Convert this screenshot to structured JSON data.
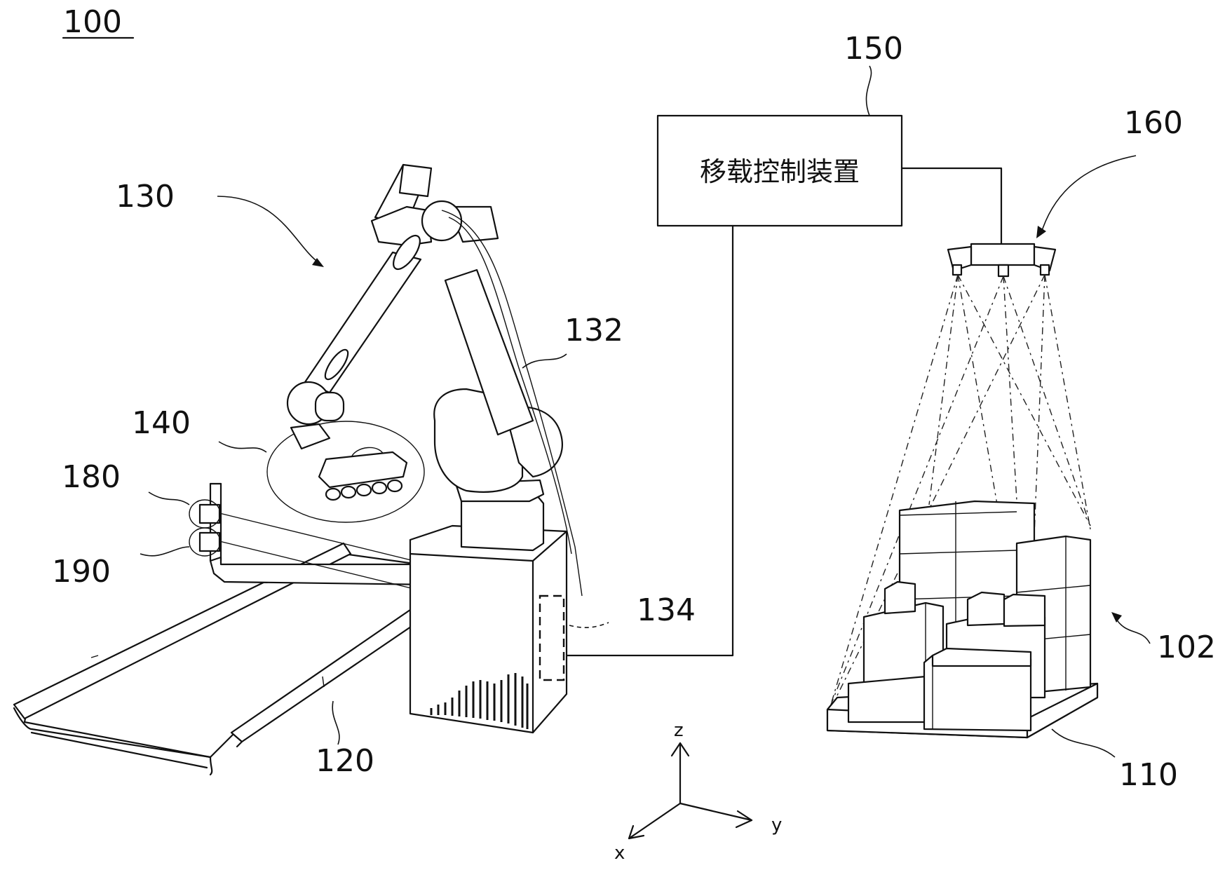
{
  "figure": {
    "system_number": "100",
    "controller": {
      "ref": "150",
      "label": "移载控制装置"
    },
    "camera_ref": "160",
    "robot_ref": "130",
    "robot_arm_ref": "132",
    "robot_controller_ref": "134",
    "end_effector_ref": "140",
    "sensor_upper_ref": "180",
    "sensor_lower_ref": "190",
    "conveyor_ref": "120",
    "cargo_ref": "102",
    "pallet_ref": "110",
    "axes": {
      "z": "z",
      "y": "y",
      "x": "x"
    }
  }
}
